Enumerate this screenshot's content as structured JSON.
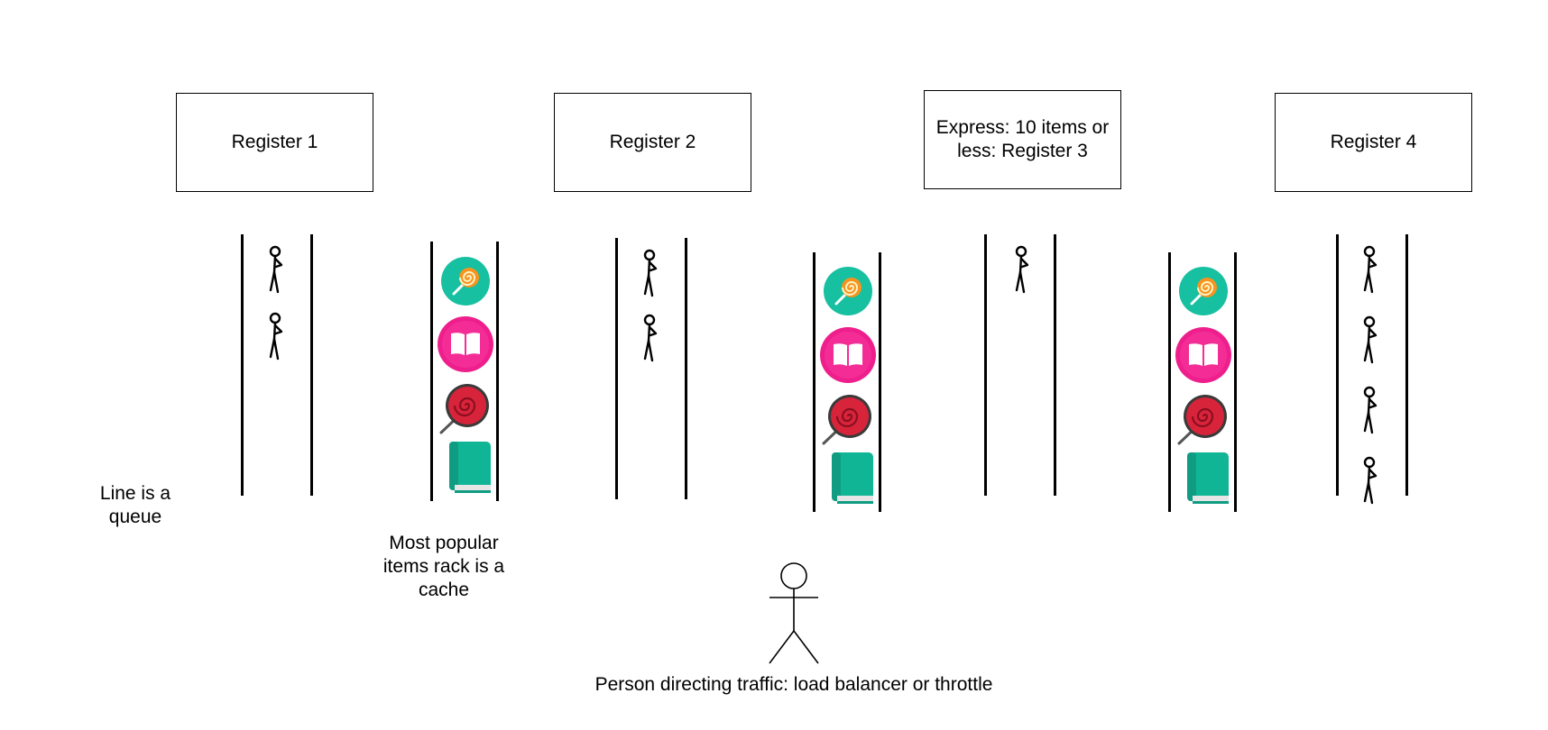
{
  "registers": {
    "r1": "Register 1",
    "r2": "Register 2",
    "r3": "Express: 10 items or less: Register 3",
    "r4": "Register 4"
  },
  "labels": {
    "queue": "Line is a queue",
    "cache": "Most popular items rack is a cache",
    "balancer": "Person directing traffic: load balancer or throttle"
  },
  "colors": {
    "teal": "#17c0a0",
    "pink": "#ee1f8c",
    "crimson": "#d8243a",
    "book_green": "#10b596"
  },
  "queues": [
    {
      "register": "Register 1",
      "people": 2
    },
    {
      "register": "Register 2",
      "people": 2
    },
    {
      "register": "Express: 10 items or less: Register 3",
      "people": 1
    },
    {
      "register": "Register 4",
      "people": 4
    }
  ],
  "cache_racks": [
    {
      "items": [
        "lollipop-icon",
        "book-icon",
        "red-lollipop-icon",
        "green-book-icon"
      ]
    },
    {
      "items": [
        "lollipop-icon",
        "book-icon",
        "red-lollipop-icon",
        "green-book-icon"
      ]
    },
    {
      "items": [
        "lollipop-icon",
        "book-icon",
        "red-lollipop-icon",
        "green-book-icon"
      ]
    }
  ]
}
